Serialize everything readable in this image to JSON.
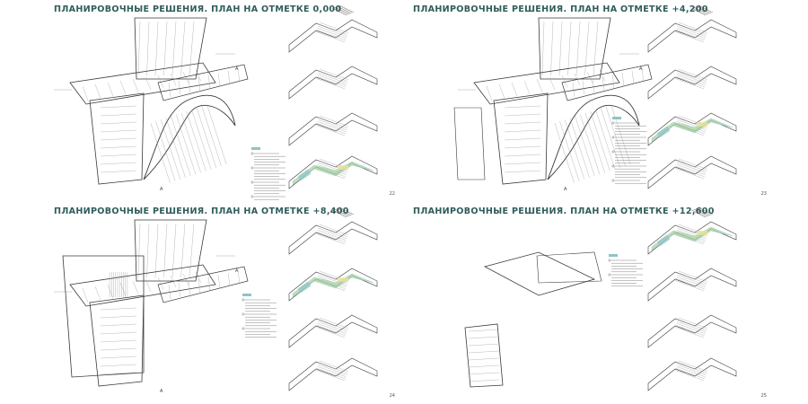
{
  "colors": {
    "title": "#2f5d5b",
    "line": "#3a3a3a",
    "thin": "#9a9a9a",
    "accent_green": "#a9d3a0",
    "accent_teal": "#8fc4c6",
    "accent_yellow": "#e7e29a"
  },
  "panels": [
    {
      "title": "ПЛАНИРОВОЧНЫЕ РЕШЕНИЯ. ПЛАН НА ОТМЕТКЕ 0,000",
      "page_number": "22"
    },
    {
      "title": "ПЛАНИРОВОЧНЫЕ РЕШЕНИЯ. ПЛАН НА ОТМЕТКЕ +4,200",
      "page_number": "23"
    },
    {
      "title": "ПЛАНИРОВОЧНЫЕ РЕШЕНИЯ. ПЛАН НА ОТМЕТКЕ +8,400",
      "page_number": "24"
    },
    {
      "title": "ПЛАНИРОВОЧНЫЕ РЕШЕНИЯ. ПЛАН НА ОТМЕТКЕ +12,600",
      "page_number": "25"
    }
  ]
}
